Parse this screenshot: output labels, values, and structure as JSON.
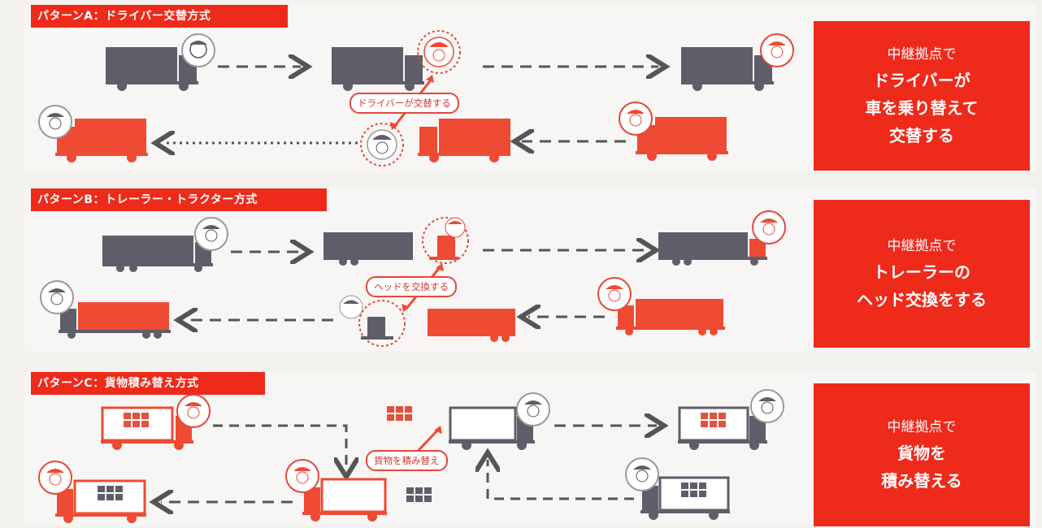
{
  "colors": {
    "accent": "#ee2a1b",
    "gray_truck": "#5e5d69",
    "red_truck": "#ef4a33",
    "cargo": "#e2523d"
  },
  "patterns": [
    {
      "tag": "パターンA：ドライバー交替方式",
      "bubble": "ドライバーが交替する",
      "side_lines": [
        "中継拠点で",
        "ドライバーが",
        "車を乗り替えて",
        "交替する"
      ]
    },
    {
      "tag": "パターンB：トレーラー・トラクター方式",
      "bubble": "ヘッドを交換する",
      "side_lines": [
        "中継拠点で",
        "トレーラーの",
        "ヘッド交換をする"
      ]
    },
    {
      "tag": "パターンC：貨物積み替え方式",
      "bubble": "貨物を積み替え",
      "side_lines": [
        "中継拠点で",
        "貨物を",
        "積み替える"
      ]
    }
  ]
}
